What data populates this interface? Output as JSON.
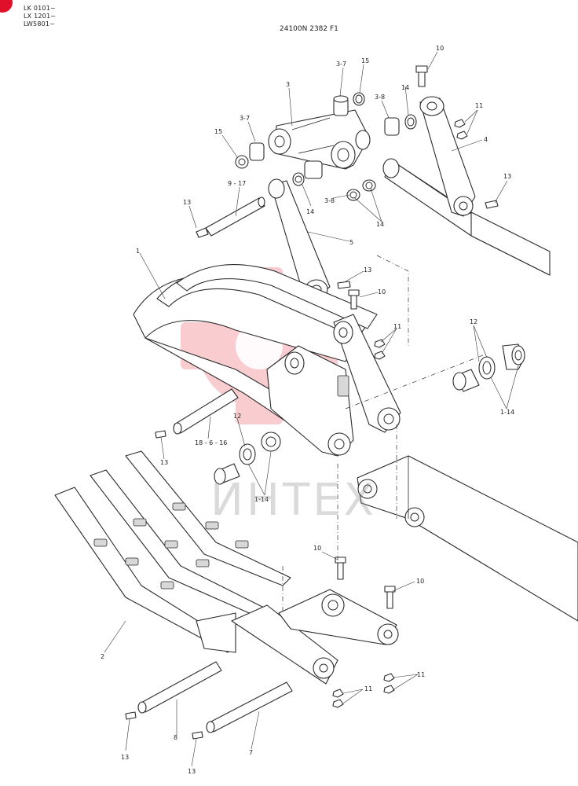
{
  "header": {
    "serials": [
      "LK 0101~",
      "LX 1201~",
      "LW5801~"
    ],
    "drawing_code": "24100N 2382 F1"
  },
  "watermark": {
    "text": "ИНТЕХ",
    "color": "#e8202f"
  },
  "callouts": {
    "c10a": "10",
    "c3_7a": "3-7",
    "c15a": "15",
    "c3": "3",
    "c3_8a": "3-8",
    "c14a": "14",
    "c11a": "11",
    "c4": "4",
    "c3_7b": "3-7",
    "c15b": "15",
    "c13a": "13",
    "c9_17": "9 - 17",
    "c13b": "13",
    "c14b": "14",
    "c3_8b": "3-8",
    "c14c": "14",
    "c5": "5",
    "c1": "1",
    "c13c": "13",
    "c10b": "10",
    "c11b": "11",
    "c12a": "12",
    "c1_14a": "1-14",
    "c12b": "12",
    "c18_6_16": "18 - 6 - 16",
    "c13d": "13",
    "c1_14b": "1-14",
    "c10c": "10",
    "c10d": "10",
    "c2": "2",
    "c11c": "11",
    "c11d": "11",
    "c8": "8",
    "c7": "7",
    "c13e": "13",
    "c13f": "13"
  }
}
